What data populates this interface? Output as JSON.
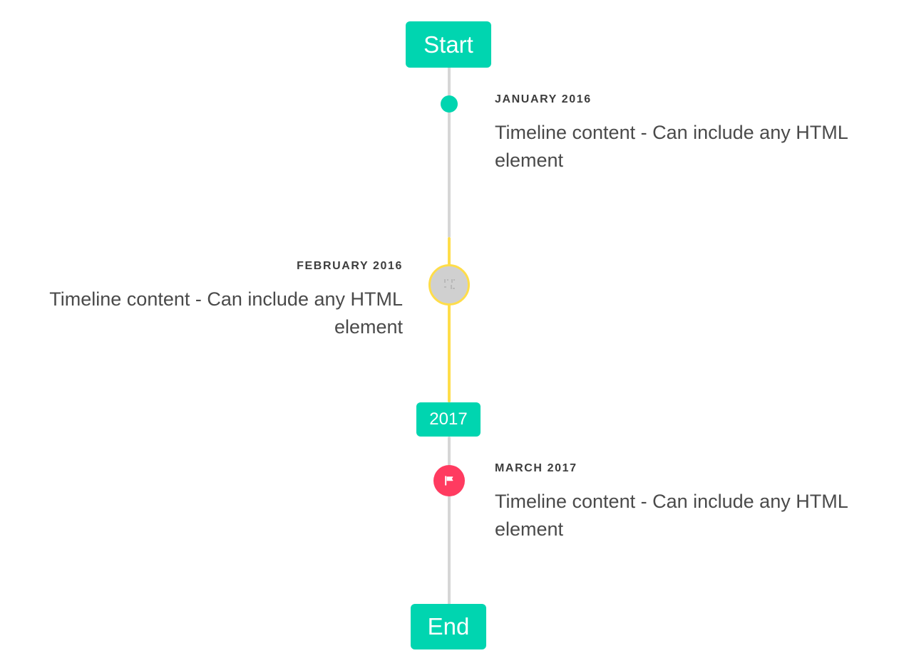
{
  "timeline": {
    "start_label": "Start",
    "middle_label": "2017",
    "end_label": "End",
    "colors": {
      "accent_teal": "#00D5B0",
      "rail_gray": "#D6D6D6",
      "rail_yellow": "#FFDD4A",
      "marker_pink": "#FF3B60",
      "marker_gray": "#D0D0D0",
      "text_dark": "#3D3D3D",
      "text_body": "#4A4A4A",
      "background": "#FFFFFF"
    },
    "entries": [
      {
        "id": "january-2016",
        "date": "JANUARY 2016",
        "body": "Timeline content - Can include any HTML element",
        "side": "right",
        "marker": "dot-icon"
      },
      {
        "id": "february-2016",
        "date": "FEBRUARY 2016",
        "body": "Timeline content - Can include any HTML element",
        "side": "left",
        "marker": "broken-image-icon"
      },
      {
        "id": "march-2017",
        "date": "MARCH 2017",
        "body": "Timeline content - Can include any HTML element",
        "side": "right",
        "marker": "flag-icon"
      }
    ]
  }
}
